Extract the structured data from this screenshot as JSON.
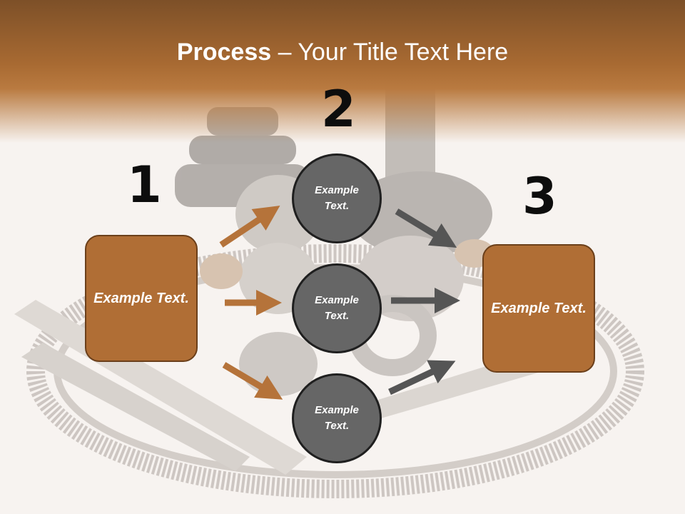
{
  "title": {
    "bold": "Process",
    "rest": " – Your Title Text Here"
  },
  "numbers": [
    "1",
    "2",
    "3"
  ],
  "left_box": {
    "text": "Example Text."
  },
  "circles": [
    {
      "text": "Example Text."
    },
    {
      "text": "Example Text."
    },
    {
      "text": "Example Text."
    }
  ],
  "right_box": {
    "text": "Example Text."
  },
  "colors": {
    "header": "#a86a32",
    "box_fill": "#b06e35",
    "circle_fill": "#666666",
    "arrow_in": "#b5733a",
    "arrow_out": "#555555"
  }
}
